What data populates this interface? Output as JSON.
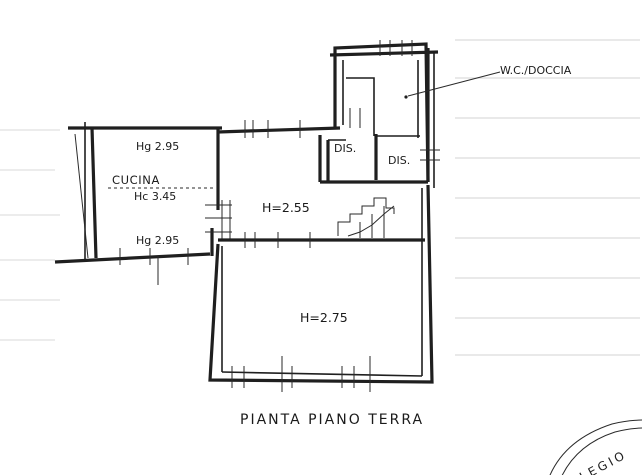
{
  "rooms": {
    "kitchen": {
      "name": "CUCINA",
      "height_top": "Hg 2.95",
      "height_mid": "Hc 3.45",
      "height_bottom": "Hg 2.95"
    },
    "living": {
      "height": "H=2.55"
    },
    "main": {
      "height": "H=2.75"
    },
    "dis1": {
      "name": "DIS."
    },
    "dis2": {
      "name": "DIS."
    },
    "wc": {
      "name": "W.C./DOCCIA"
    }
  },
  "title": "PIANTA PIANO TERRA",
  "stamp": {
    "text": "LEGIO"
  }
}
